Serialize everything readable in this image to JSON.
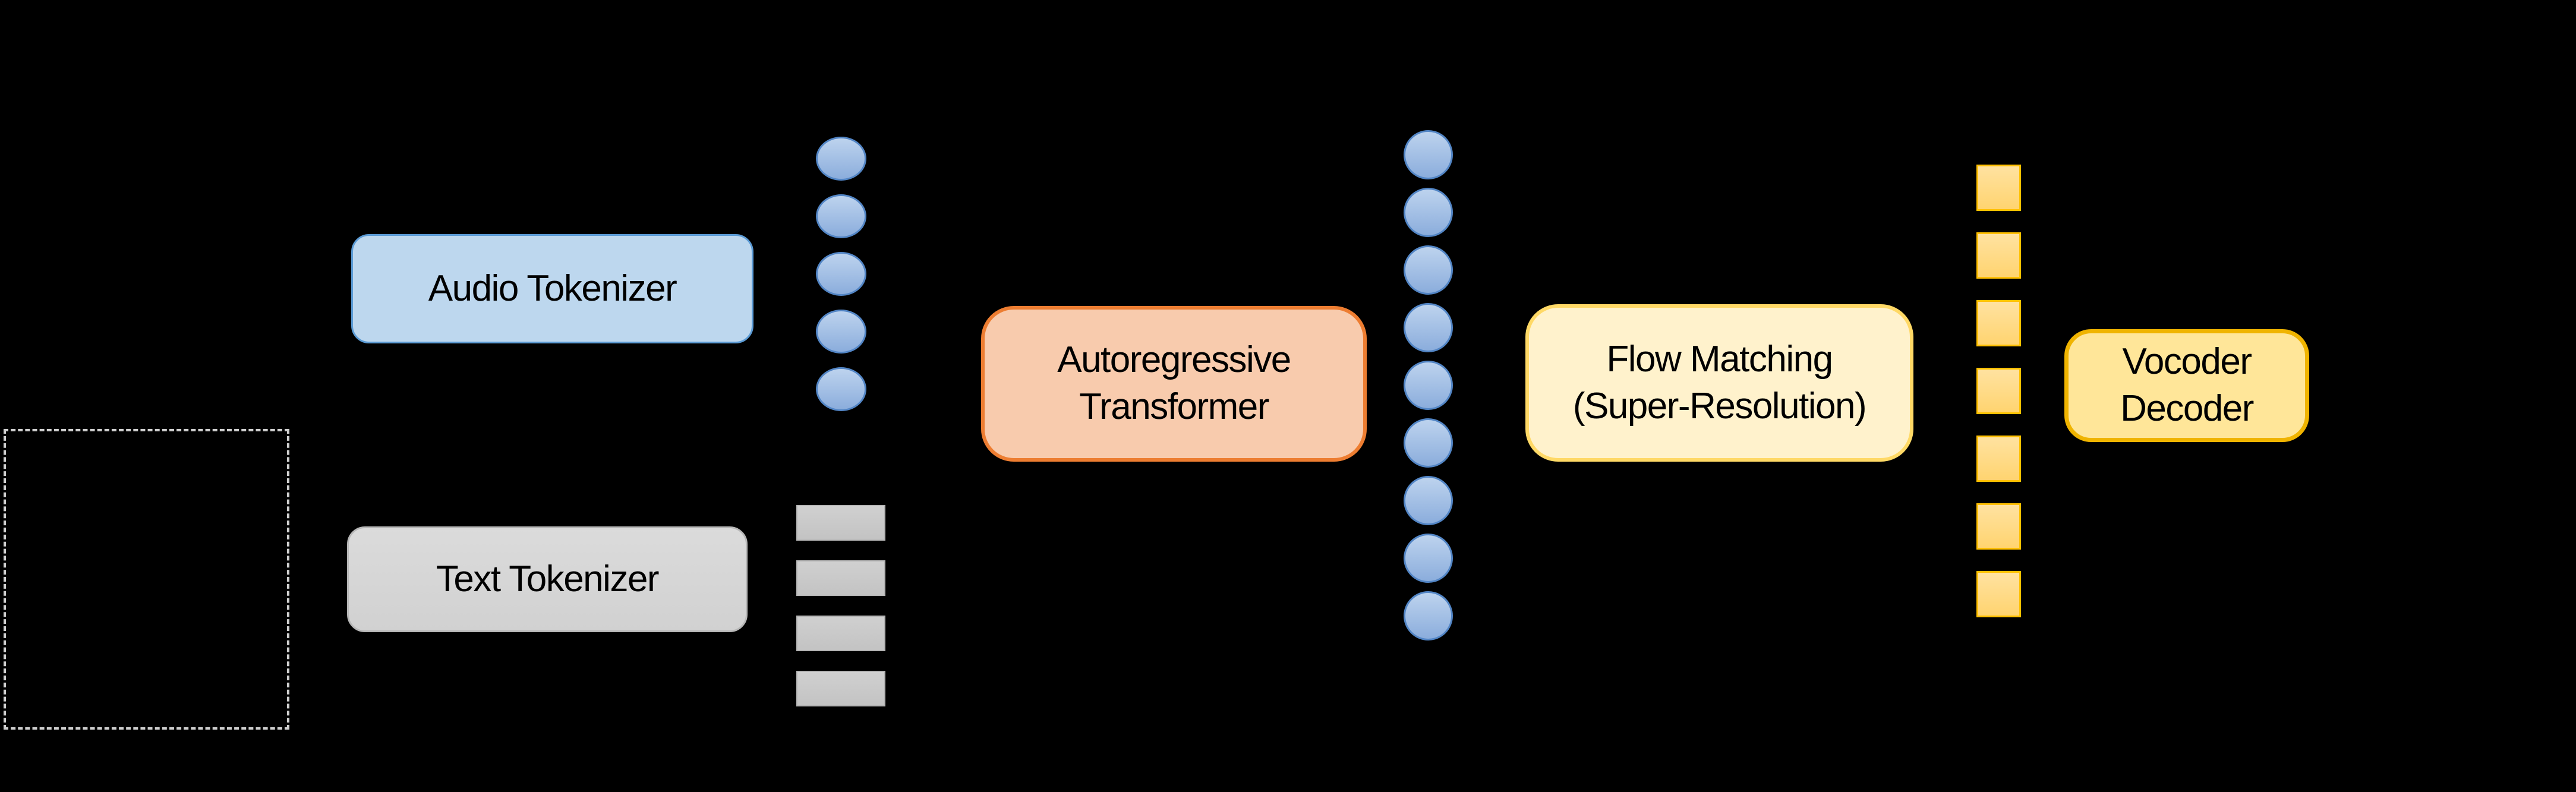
{
  "palette": {
    "canvas-bg": "#000000",
    "dashed-box-border": "#cfcfcf",
    "audio-node-fill": "#bdd7ee",
    "audio-node-border": "#5b9bd5",
    "text-node-fill-top": "#dbdbdb",
    "text-node-fill-bottom": "#d1d1d1",
    "text-node-border": "#b7b7b7",
    "ar-node-fill": "#f8cbad",
    "ar-node-border": "#ed7d31",
    "flow-node-fill": "#fff2cc",
    "flow-node-border": "#ffd966",
    "voc-node-fill": "#ffe699",
    "voc-node-border": "#f0b400",
    "blue-token-fill-top": "#bdd3ee",
    "blue-token-fill-bottom": "#8baddc",
    "blue-token-border": "#5285c5",
    "gray-token-fill-top": "#d0d0d0",
    "gray-token-fill-bottom": "#c3c3c3",
    "gray-token-border": "#b5b5b5",
    "gold-token-fill-top": "#ffe2a0",
    "gold-token-fill-bottom": "#ffd470",
    "gold-token-border": "#ffc000"
  },
  "diagram": {
    "input_box": {
      "label": ""
    },
    "nodes": [
      {
        "id": "audio-tokenizer-node",
        "lines": [
          "Audio Tokenizer"
        ]
      },
      {
        "id": "text-tokenizer-node",
        "lines": [
          "Text Tokenizer"
        ]
      },
      {
        "id": "autoregressive-transformer-node",
        "lines": [
          "Autoregressive",
          "Transformer"
        ]
      },
      {
        "id": "flow-matching-node",
        "lines": [
          "Flow Matching",
          "(Super-Resolution)"
        ]
      },
      {
        "id": "vocoder-decoder-node",
        "lines": [
          "Vocoder",
          "Decoder"
        ]
      }
    ],
    "token_columns": [
      {
        "id": "audio-token-column",
        "container": "col-audio",
        "shape": "ellipse-token",
        "count": 5
      },
      {
        "id": "text-token-column",
        "container": "col-text",
        "shape": "bar-token",
        "count": 4
      },
      {
        "id": "latent-token-column",
        "container": "col-latent",
        "shape": "circle-token",
        "count": 9
      },
      {
        "id": "upsampled-token-column",
        "container": "col-upsampled",
        "shape": "square-token",
        "count": 7
      }
    ]
  }
}
